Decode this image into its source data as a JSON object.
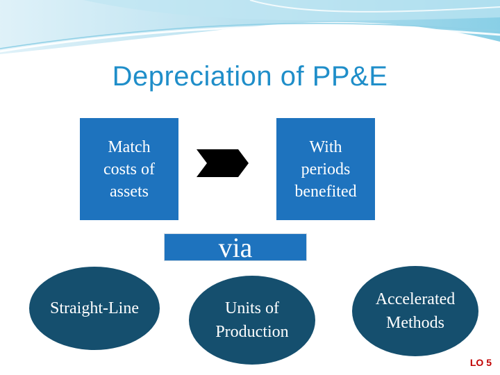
{
  "title": "Depreciation of PP&E",
  "flow": {
    "left_box": "Match costs of assets",
    "right_box": "With periods benefited",
    "connector": "via"
  },
  "methods": [
    {
      "label": "Straight-Line"
    },
    {
      "label": "Units of Production"
    },
    {
      "label": "Accelerated Methods"
    }
  ],
  "footer": {
    "learning_objective": "LO 5"
  },
  "colors": {
    "title": "#1f8ec9",
    "box_fill": "#1e73be",
    "ellipse_fill": "#154f6e",
    "arrow_fill": "#000000",
    "lo_text": "#c00000"
  }
}
